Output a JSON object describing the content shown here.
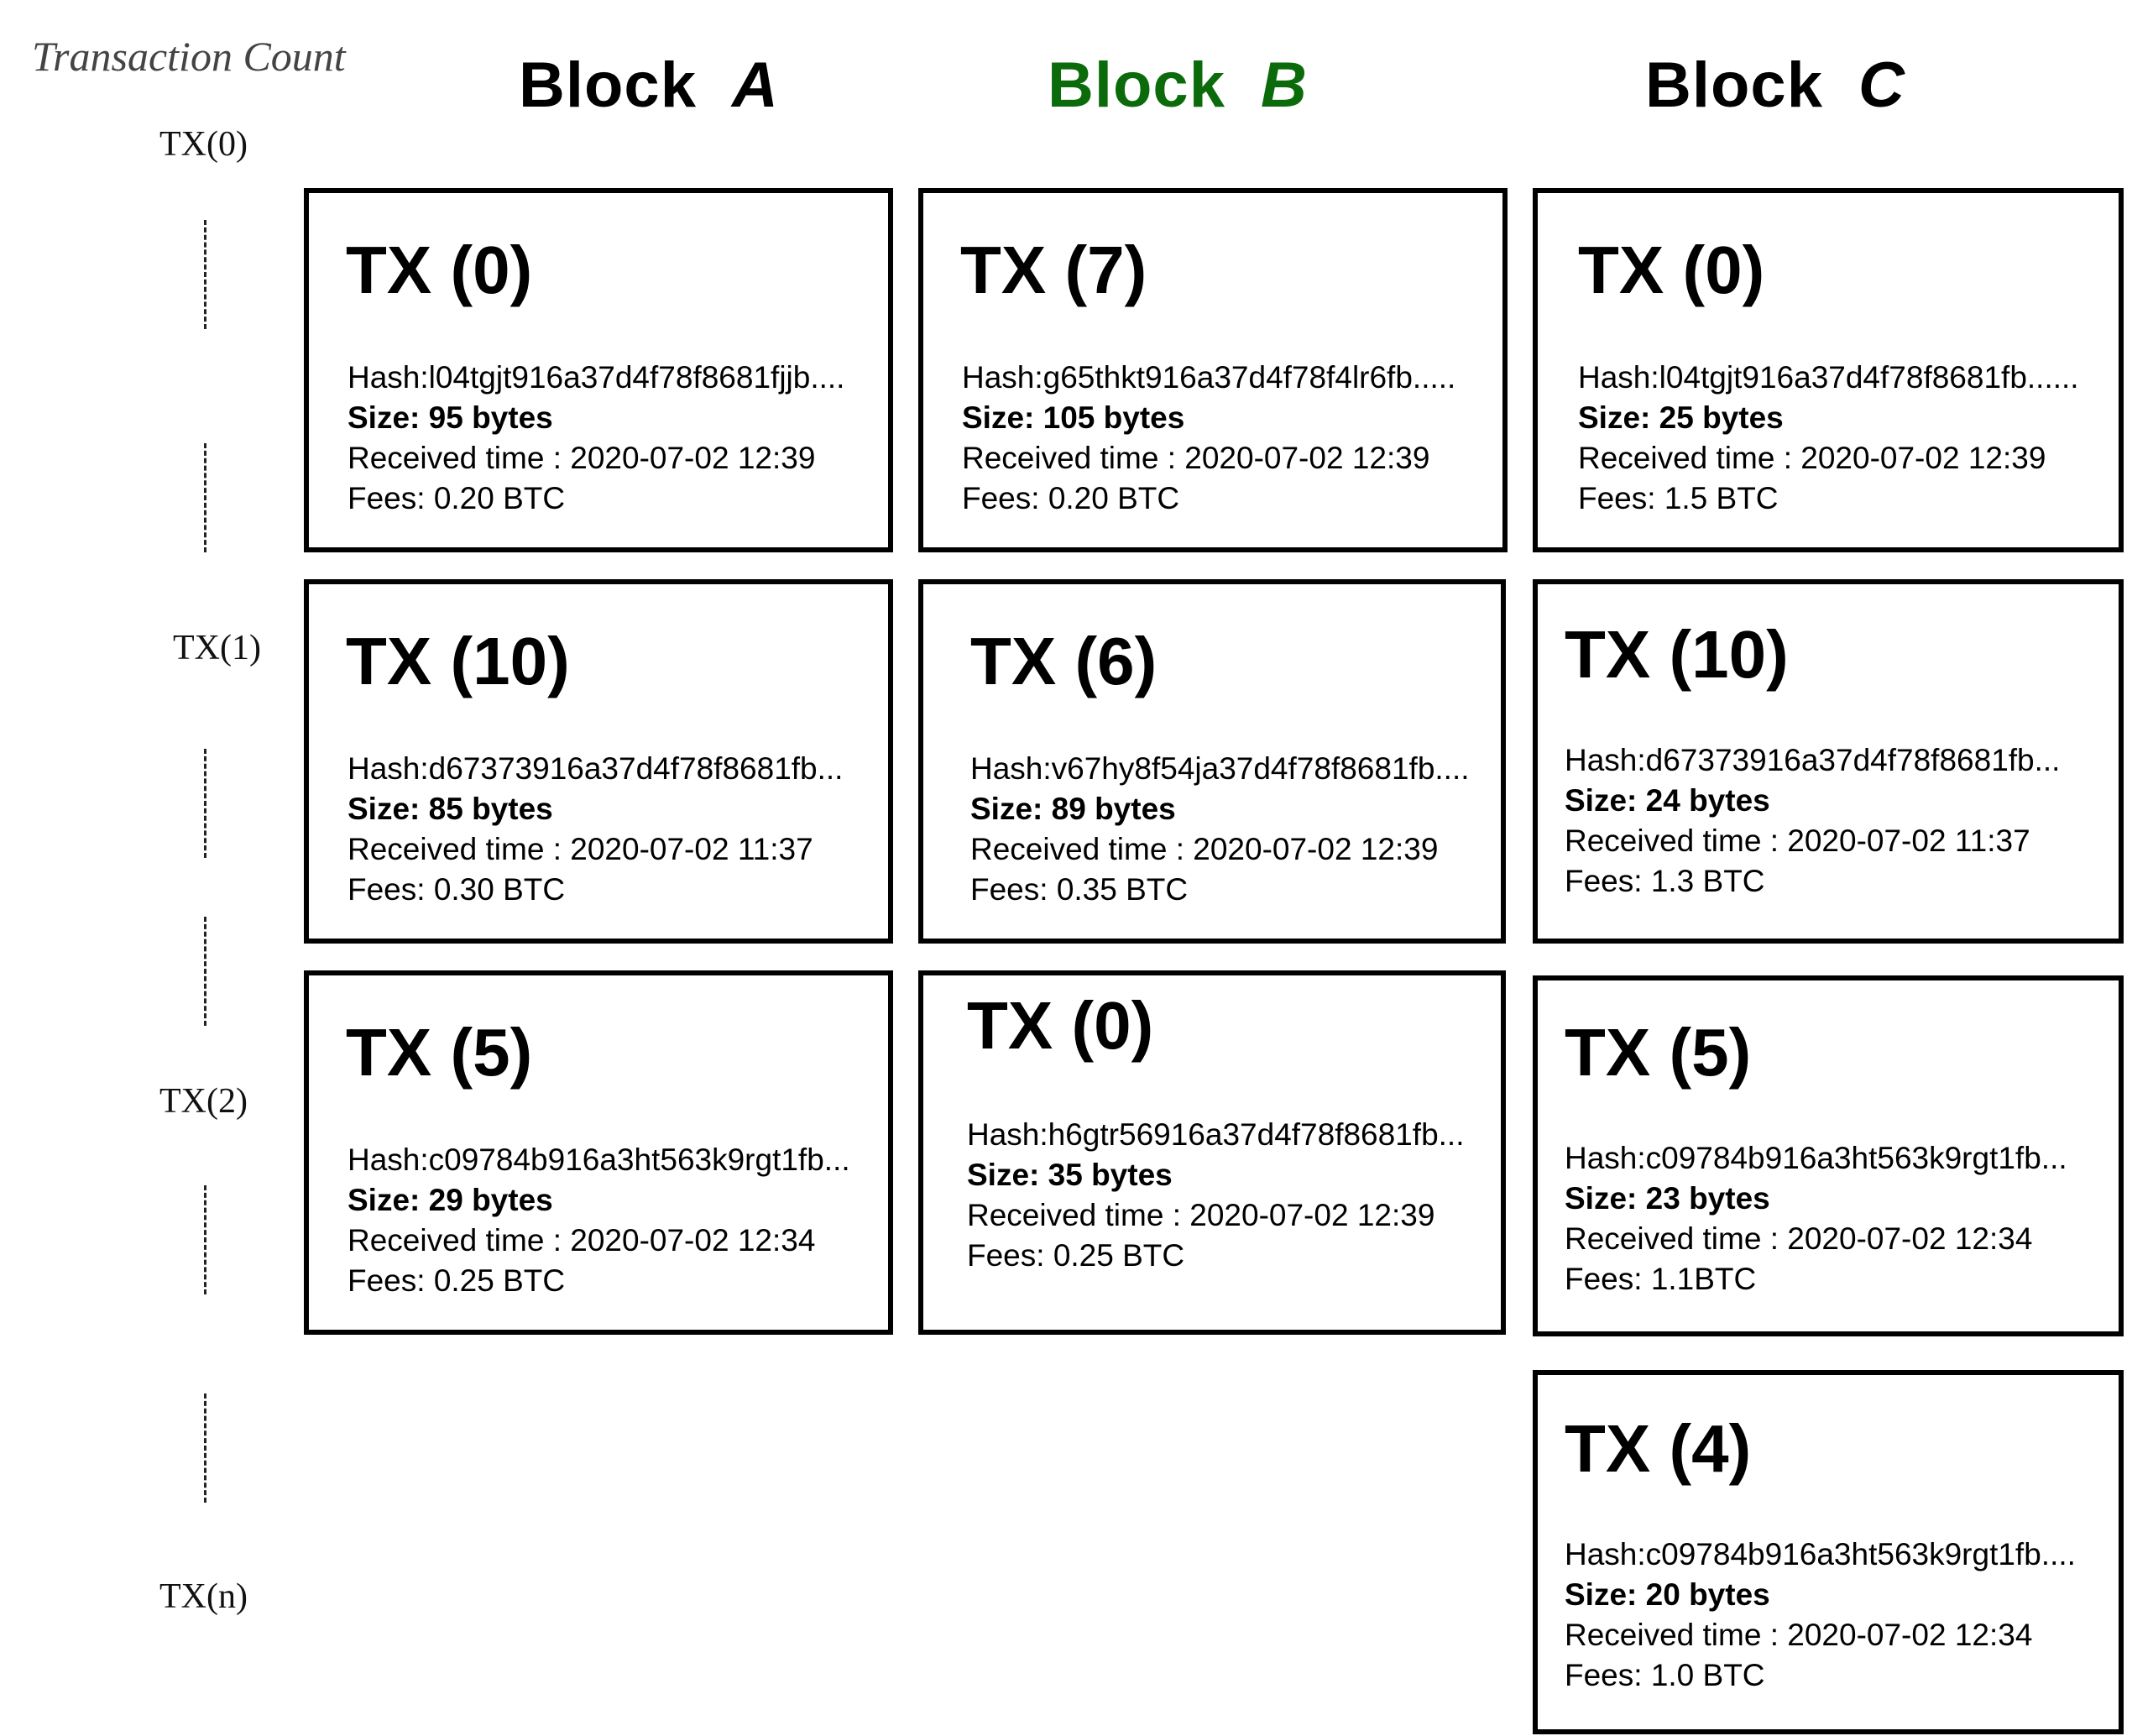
{
  "axis": {
    "title": "Transaction Count",
    "labels": [
      "TX(0)",
      "TX(1)",
      "TX(2)",
      "TX(n)"
    ]
  },
  "blocks": [
    {
      "name": "Block",
      "letter": "A",
      "color": "#000000",
      "transactions": [
        {
          "title": "TX (0)",
          "hash": "Hash:l04tgjt916a37d4f78f8681fjjb....",
          "size": "Size: 95 bytes",
          "received": "Received time : 2020-07-02 12:39",
          "fees": "Fees: 0.20 BTC"
        },
        {
          "title": "TX (10)",
          "hash": "Hash:d67373916a37d4f78f8681fb...",
          "size": "Size: 85 bytes",
          "received": "Received time : 2020-07-02 11:37",
          "fees": "Fees: 0.30 BTC"
        },
        {
          "title": "TX (5)",
          "hash": "Hash:c09784b916a3ht563k9rgt1fb...",
          "size": "Size: 29 bytes",
          "received": "Received time : 2020-07-02 12:34",
          "fees": "Fees: 0.25 BTC"
        }
      ]
    },
    {
      "name": "Block",
      "letter": "B",
      "color": "#0b6b0b",
      "transactions": [
        {
          "title": "TX (7)",
          "hash": "Hash:g65thkt916a37d4f78f4lr6fb.....",
          "size": "Size: 105 bytes",
          "received": "Received time : 2020-07-02 12:39",
          "fees": "Fees: 0.20 BTC"
        },
        {
          "title": "TX (6)",
          "hash": "Hash:v67hy8f54ja37d4f78f8681fb....",
          "size": "Size: 89 bytes",
          "received": "Received time : 2020-07-02 12:39",
          "fees": "Fees: 0.35 BTC"
        },
        {
          "title": "TX (0)",
          "hash": "Hash:h6gtr56916a37d4f78f8681fb...",
          "size": "Size: 35 bytes",
          "received": "Received time : 2020-07-02 12:39",
          "fees": "Fees: 0.25 BTC"
        }
      ]
    },
    {
      "name": "Block",
      "letter": "C",
      "color": "#000000",
      "transactions": [
        {
          "title": "TX (0)",
          "hash": "Hash:l04tgjt916a37d4f78f8681fb......",
          "size": "Size: 25 bytes",
          "received": "Received time : 2020-07-02 12:39",
          "fees": "Fees: 1.5 BTC"
        },
        {
          "title": "TX (10)",
          "hash": "Hash:d67373916a37d4f78f8681fb...",
          "size": "Size: 24 bytes",
          "received": "Received time : 2020-07-02 11:37",
          "fees": "Fees: 1.3 BTC"
        },
        {
          "title": "TX (5)",
          "hash": "Hash:c09784b916a3ht563k9rgt1fb...",
          "size": "Size: 23 bytes",
          "received": "Received time : 2020-07-02 12:34",
          "fees": "Fees: 1.1BTC"
        },
        {
          "title": "TX (4)",
          "hash": "Hash:c09784b916a3ht563k9rgt1fb....",
          "size": "Size: 20 bytes",
          "received": "Received time : 2020-07-02 12:34",
          "fees": "Fees: 1.0 BTC"
        }
      ]
    }
  ]
}
